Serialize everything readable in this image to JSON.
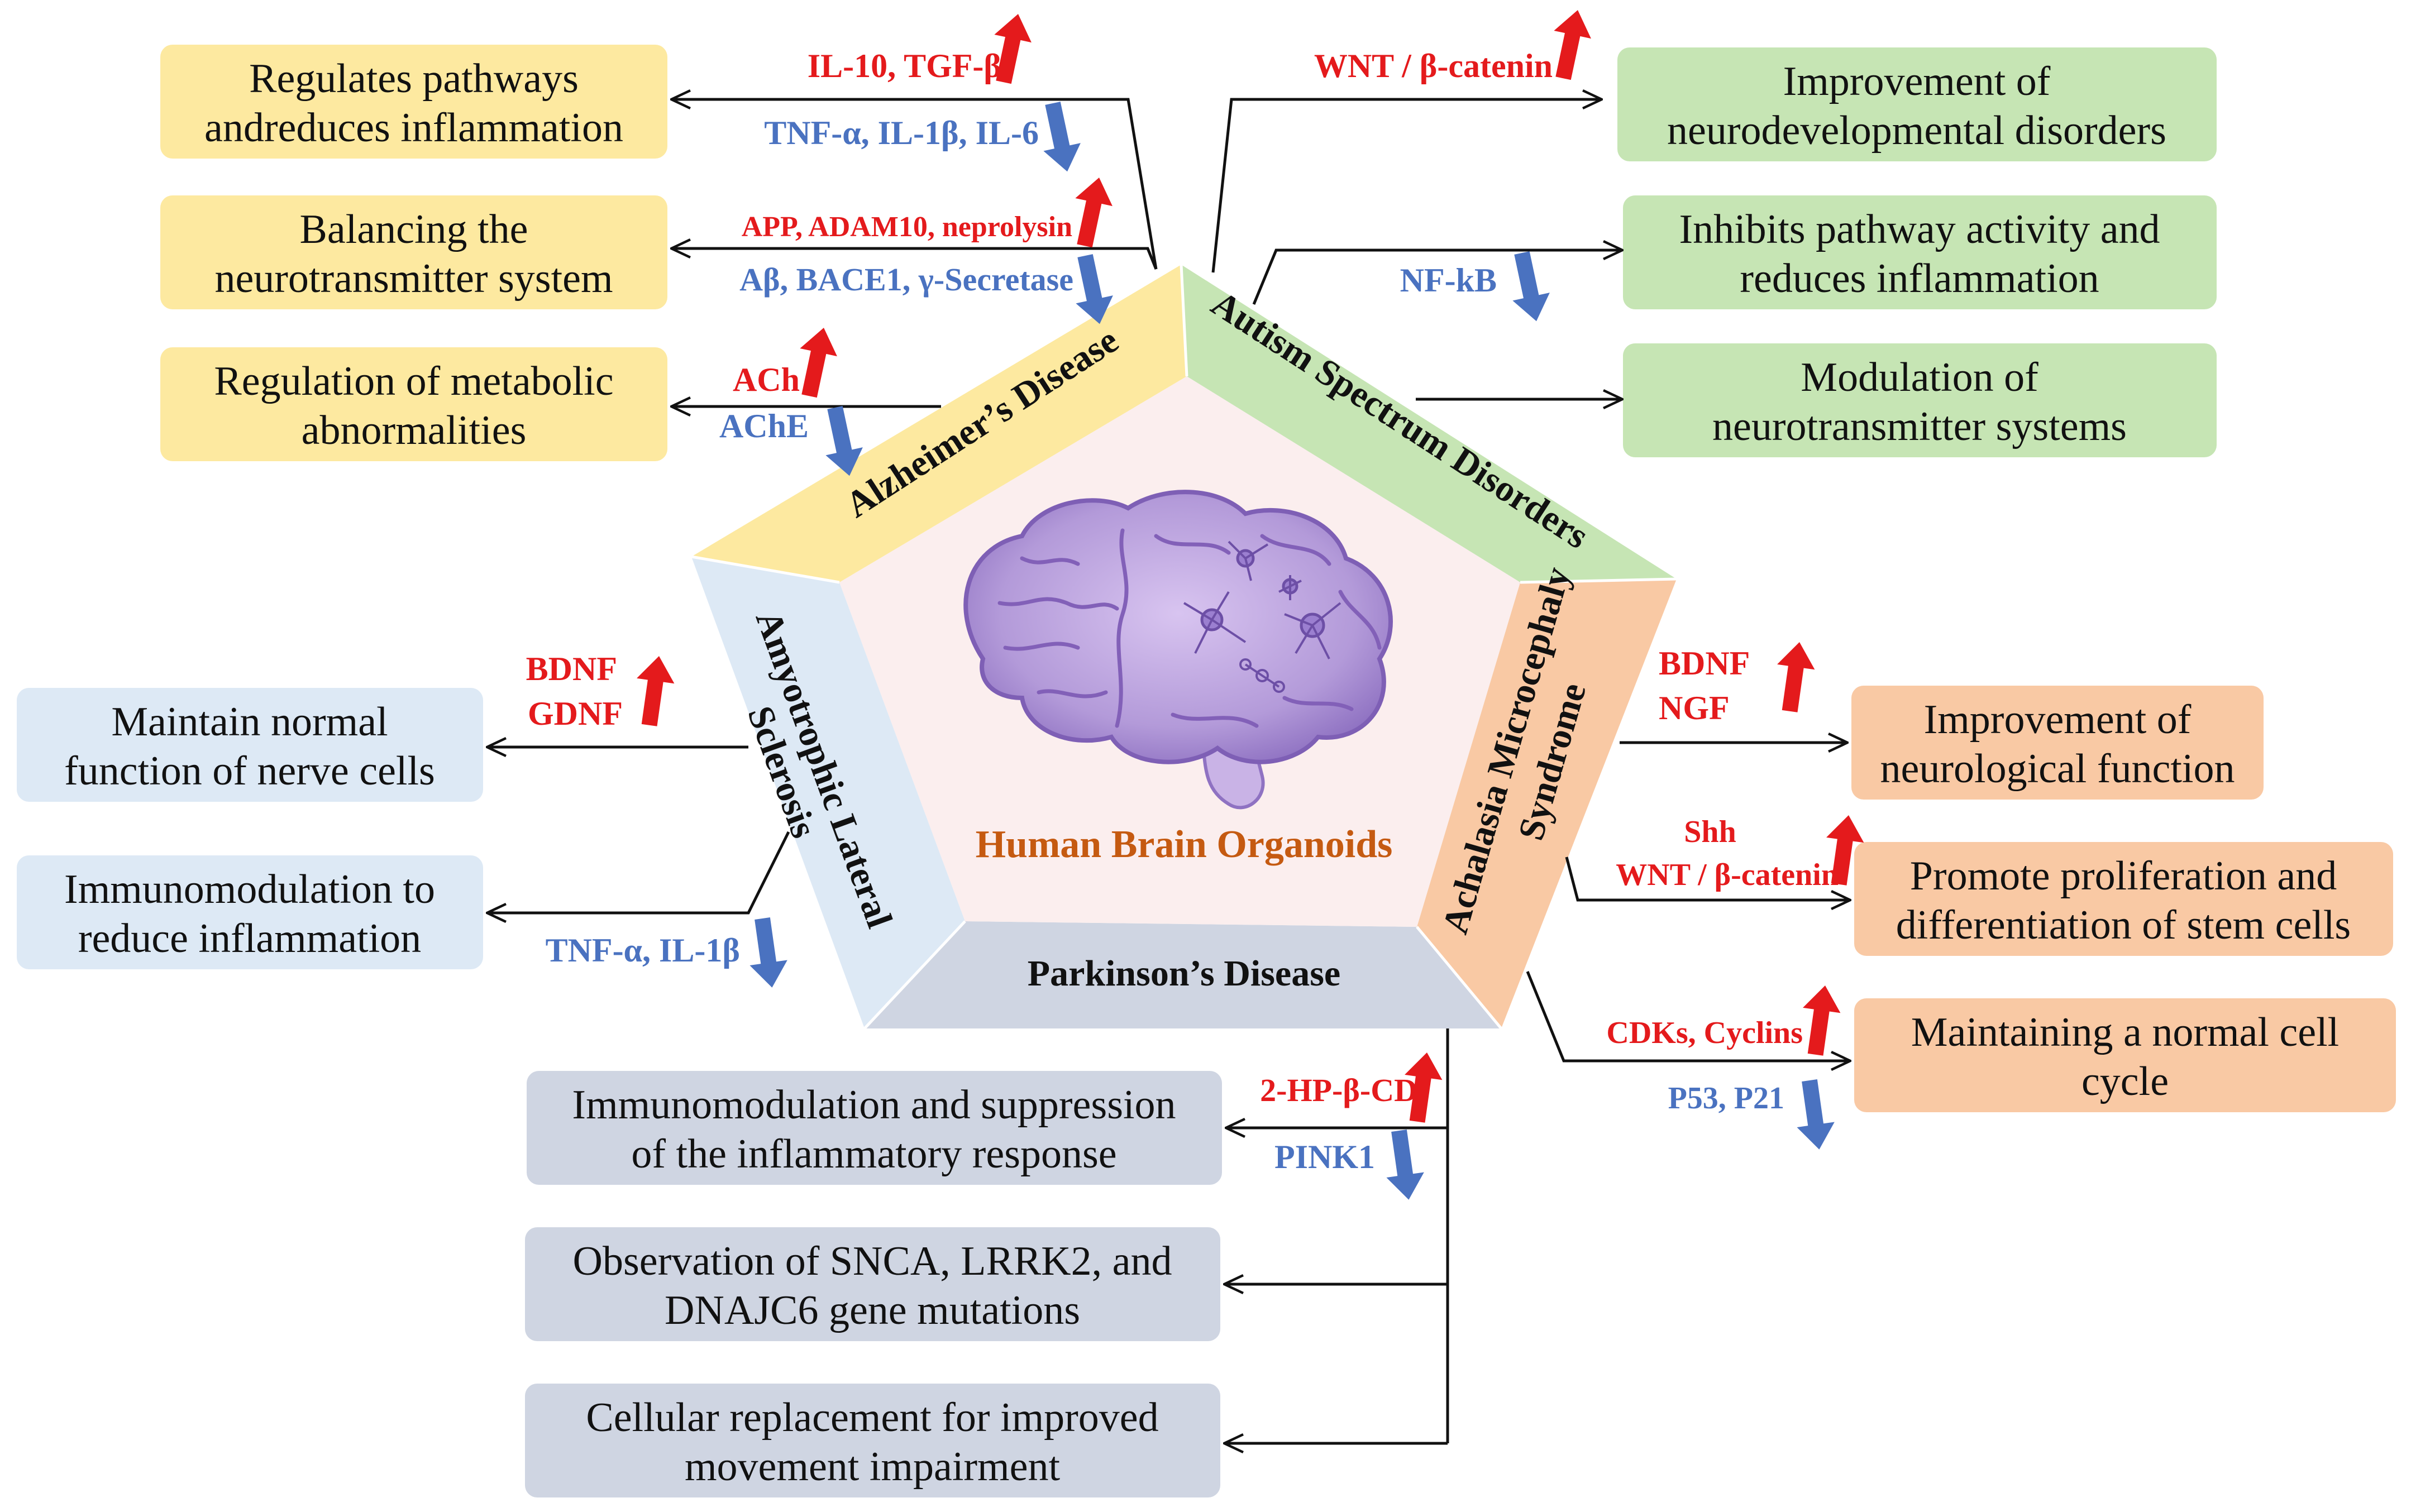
{
  "colors": {
    "alzheimer": "#fde9a0",
    "autism": "#c6e5b4",
    "achalasia": "#f9c9a4",
    "parkinson": "#cfd5e2",
    "als": "#dde9f5",
    "center": "#fbeeee",
    "up": "#e41a1c",
    "down": "#4a72c0",
    "center_title": "#c55a11"
  },
  "center": {
    "title": "Human Brain Organoids",
    "icon": "brain-icon"
  },
  "diseases": {
    "alzheimer": "Alzheimer’s Disease",
    "autism": "Autism Spectrum Disorders",
    "achalasia": "Achalasia Microcephaly Syndrome",
    "achalasia_line1": "Achalasia Microcephaly",
    "achalasia_line2": "Syndrome",
    "parkinson": "Parkinson’s Disease",
    "als_line1": "Amyotrophic Lateral",
    "als_line2": "Sclerosis"
  },
  "alzheimer": {
    "boxes": [
      {
        "line1": "Regulates pathways",
        "line2": "andreduces inflammation"
      },
      {
        "line1": "Balancing the",
        "line2": "neurotransmitter system"
      },
      {
        "line1": "Regulation of metabolic",
        "line2": "abnormalities"
      }
    ],
    "up_labels": [
      "IL-10, TGF-β",
      "APP, ADAM10, neprolysin",
      "ACh"
    ],
    "down_labels": [
      "TNF-α, IL-1β, IL-6",
      "Aβ, BACE1, γ-Secretase",
      "AChE"
    ]
  },
  "autism": {
    "boxes": [
      {
        "line1": "Improvement of",
        "line2": "neurodevelopmental disorders"
      },
      {
        "line1": "Inhibits pathway activity and",
        "line2": "reduces inflammation"
      },
      {
        "line1": "Modulation of",
        "line2": "neurotransmitter systems"
      }
    ],
    "up_labels": [
      "WNT / β-catenin"
    ],
    "down_labels": [
      "NF-kB"
    ]
  },
  "achalasia": {
    "boxes": [
      {
        "line1": "Improvement of",
        "line2": "neurological function"
      },
      {
        "line1": "Promote proliferation and",
        "line2": "differentiation of stem cells"
      },
      {
        "line1": "Maintaining a normal cell",
        "line2": "cycle"
      }
    ],
    "up_labels": [
      "BDNF",
      "NGF",
      "Shh",
      "WNT / β-catenin",
      "CDKs, Cyclins"
    ],
    "down_labels": [
      "P53, P21"
    ]
  },
  "als": {
    "boxes": [
      {
        "line1": "Maintain normal",
        "line2": "function of nerve cells"
      },
      {
        "line1": "Immunomodulation to",
        "line2": "reduce inflammation"
      }
    ],
    "up_labels": [
      "BDNF",
      "GDNF"
    ],
    "down_labels": [
      "TNF-α, IL-1β"
    ]
  },
  "parkinson": {
    "boxes": [
      {
        "line1": "Immunomodulation and suppression",
        "line2": "of the inflammatory response"
      },
      {
        "line1": "Observation of SNCA, LRRK2, and",
        "line2": "DNAJC6 gene mutations"
      },
      {
        "line1": "Cellular replacement for improved",
        "line2": "movement impairment"
      }
    ],
    "up_labels": [
      "2-HP-β-CD"
    ],
    "down_labels": [
      "PINK1"
    ]
  }
}
